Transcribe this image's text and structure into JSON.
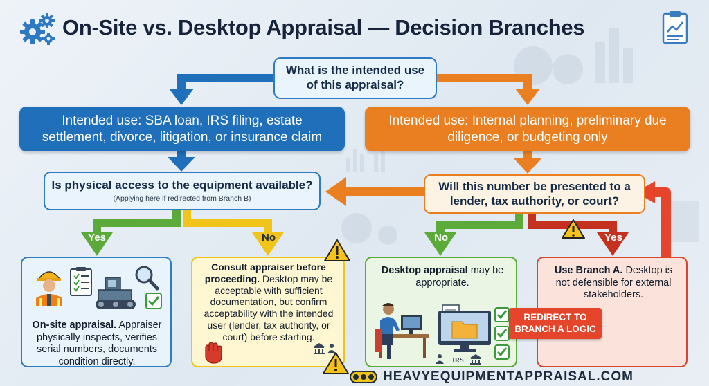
{
  "title": "On-Site vs. Desktop Appraisal — Decision Branches",
  "question_top": "What is the intended use of this appraisal?",
  "branch_a": "Intended use: SBA loan, IRS filing, estate settlement, divorce, litigation, or insurance claim",
  "branch_b": "Intended use: Internal planning, preliminary due diligence, or budgeting only",
  "question_access": {
    "main": "Is physical access to the equipment available?",
    "sub": "(Applying here if redirected from Branch B)"
  },
  "question_present": "Will this number be presented to a lender, tax authority, or court?",
  "labels": {
    "yes_left": "Yes",
    "no_left": "No",
    "no_right": "No",
    "yes_right": "Yes"
  },
  "leaf_onsite": {
    "heading": "On-site appraisal.",
    "body": "Appraiser physically inspects, verifies serial numbers, documents condition directly."
  },
  "leaf_consult": {
    "heading": "Consult appraiser before proceeding.",
    "body": "Desktop may be acceptable with sufficient documentation, but confirm acceptability with the intended user (lender, tax authority, or court) before starting."
  },
  "leaf_desktop": {
    "heading": "Desktop appraisal",
    "body": "may be appropriate."
  },
  "leaf_branch_a": {
    "heading": "Use Branch A.",
    "body": "Desktop is not defensible for external stakeholders."
  },
  "redirect_label": "REDIRECT TO BRANCH A LOGIC",
  "footer": "HEAVYEQUIPMENTAPPRAISAL.COM",
  "icon_irs": "IRS",
  "colors": {
    "blue": "#1f6fba",
    "orange": "#ea7f22",
    "green": "#5cab3a",
    "yellow": "#f0c419",
    "red": "#d8472d",
    "text": "#17233a"
  },
  "icons": [
    "gears-icon",
    "report-icon",
    "worker-icon",
    "checklist-icon",
    "machine-icon",
    "magnifier-icon",
    "warning-icon",
    "stop-hand-icon",
    "desk-worker-icon",
    "monitor-icon",
    "checkmark-icon"
  ]
}
